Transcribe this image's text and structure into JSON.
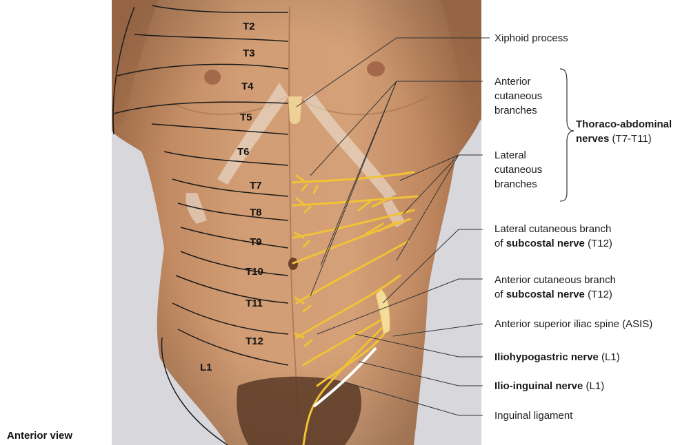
{
  "segments": [
    "T2",
    "T3",
    "T4",
    "T5",
    "T6",
    "T7",
    "T8",
    "T9",
    "T10",
    "T11",
    "T12",
    "L1"
  ],
  "labels": {
    "xiphoid": "Xiphoid process",
    "anterior_cutaneous": [
      "Anterior",
      "cutaneous",
      "branches"
    ],
    "lateral_cutaneous": [
      "Lateral",
      "cutaneous",
      "branches"
    ],
    "thoraco_title": "Thoraco-abdominal",
    "thoraco_sub_bold": "nerves",
    "thoraco_sub_rest": " (T7-T11)",
    "lat_subcostal_line1": "Lateral cutaneous branch",
    "lat_subcostal_pre": "of ",
    "lat_subcostal_bold": "subcostal nerve",
    "lat_subcostal_post": " (T12)",
    "ant_subcostal_line1": "Anterior cutaneous branch",
    "ant_subcostal_pre": "of ",
    "ant_subcostal_bold": "subcostal nerve",
    "ant_subcostal_post": " (T12)",
    "asis": "Anterior superior iliac spine (ASIS)",
    "iliohypo_bold": "Iliohypogastric nerve",
    "iliohypo_rest": " (L1)",
    "ilioing_bold": "Ilio-inguinal nerve",
    "ilioing_rest": " (L1)",
    "inguinal": "Inguinal ligament"
  },
  "caption": "Anterior view",
  "colors": {
    "background": "#ffffff",
    "photo_bg": "#d8d8de",
    "skin": "#c9946a",
    "skin_dark": "#a8714a",
    "nerve": "#f2c236",
    "bone": "#e6dccd",
    "leader": "#333333",
    "ligament": "#ffffff"
  }
}
